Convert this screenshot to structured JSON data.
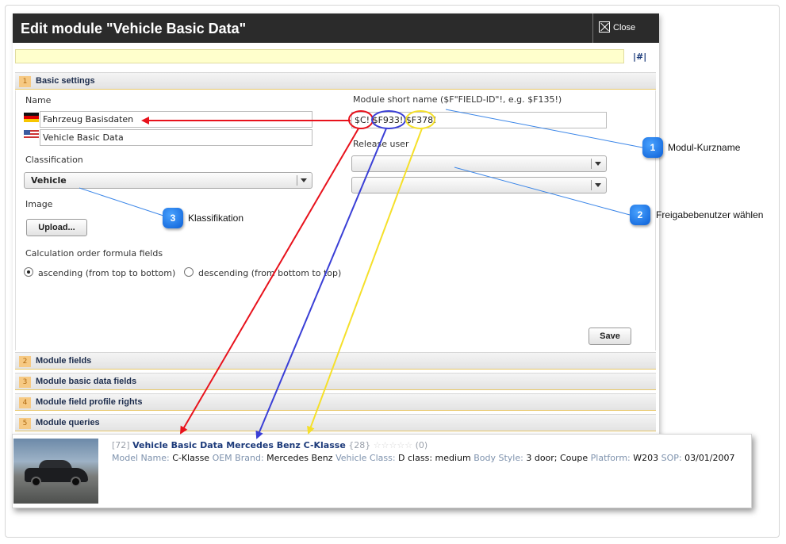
{
  "dialog": {
    "title": "Edit module \"Vehicle Basic Data\"",
    "close_label": "Close",
    "hash_link": "|#|"
  },
  "sections": [
    {
      "num": "1",
      "title": "Basic settings"
    },
    {
      "num": "2",
      "title": "Module fields"
    },
    {
      "num": "3",
      "title": "Module basic data fields"
    },
    {
      "num": "4",
      "title": "Module field profile rights"
    },
    {
      "num": "5",
      "title": "Module queries"
    }
  ],
  "basic": {
    "name_label": "Name",
    "name_de": "Fahrzeug Basisdaten",
    "name_en": "Vehicle Basic Data",
    "short_name_label": "Module short name ($F\"FIELD-ID\"!, e.g. $F135!)",
    "short_name_value": "$C! $F933! $F378!",
    "release_user_label": "Release user",
    "release_user_1": "",
    "release_user_2": "",
    "classification_label": "Classification",
    "classification_value": "Vehicle",
    "image_label": "Image",
    "upload_label": "Upload...",
    "calc_order_label": "Calculation order formula fields",
    "ascending_label": "ascending (from top to bottom)",
    "descending_label": "descending (from bottom to top)",
    "selected_order": "ascending",
    "save_label": "Save"
  },
  "callouts": [
    {
      "num": "1",
      "label": "Modul-Kurzname"
    },
    {
      "num": "2",
      "label": "Freigabebenutzer wählen"
    },
    {
      "num": "3",
      "label": "Klassifikation"
    }
  ],
  "result": {
    "id": "[72]",
    "title": "Vehicle Basic Data Mercedes Benz C-Klasse",
    "count": "{28}",
    "stars": "☆☆☆☆☆",
    "rating": "(0)",
    "fields": [
      {
        "label": "Model Name:",
        "value": "C-Klasse"
      },
      {
        "label": "OEM Brand:",
        "value": "Mercedes Benz"
      },
      {
        "label": "Vehicle Class:",
        "value": "D class: medium"
      },
      {
        "label": "Body Style:",
        "value": "3 door; Coupe"
      },
      {
        "label": "Platform:",
        "value": "W203"
      },
      {
        "label": "SOP:",
        "value": "03/01/2007"
      }
    ]
  },
  "colors": {
    "title_bar": "#2b2b2b",
    "callout_blue": "#0b5fd6",
    "arrow_red": "#e8121c",
    "arrow_blue": "#3a3fd6",
    "arrow_yellow": "#f5e02a",
    "section_accent": "#f6c983"
  }
}
